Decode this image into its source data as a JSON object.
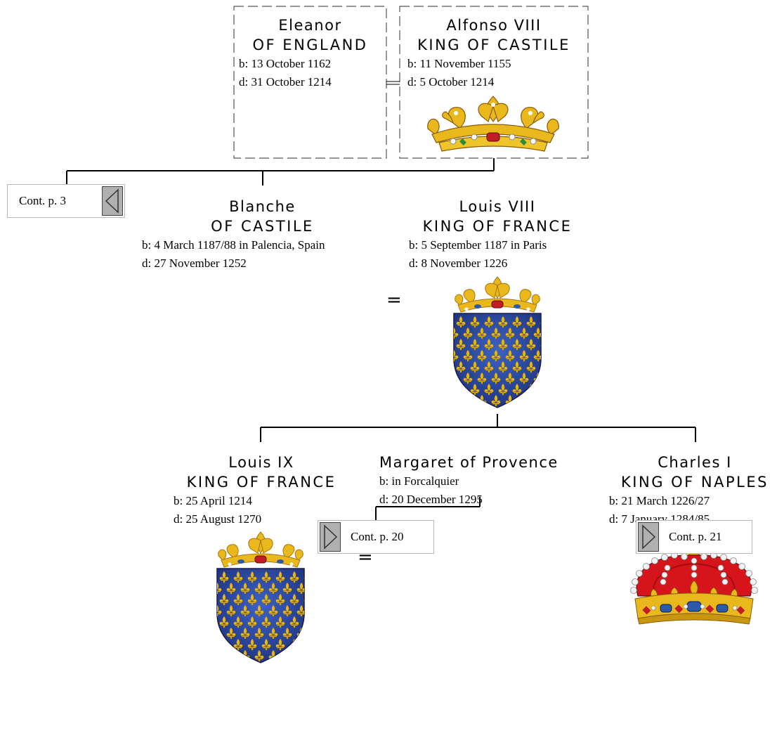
{
  "persons": {
    "eleanor": {
      "name": "Eleanor",
      "title": "OF ENGLAND",
      "born": "b: 13 October 1162",
      "died": "d: 31 October 1214"
    },
    "alfonso": {
      "name": "Alfonso VIII",
      "title": "KING OF CASTILE",
      "born": "b: 11 November 1155",
      "died": "d: 5 October 1214",
      "emblem": "royal-crown-gold"
    },
    "blanche": {
      "name": "Blanche",
      "title": "OF CASTILE",
      "born": "b: 4 March 1187/88 in Palencia, Spain",
      "died": "d: 27 November 1252"
    },
    "louis8": {
      "name": "Louis VIII",
      "title": "KING OF FRANCE",
      "born": "b: 5 September 1187 in Paris",
      "died": "d: 8 November 1226",
      "emblem": "crowned-shield-fleur-de-lis"
    },
    "louis9": {
      "name": "Louis IX",
      "title": "KING OF FRANCE",
      "born": "b: 25 April 1214",
      "died": "d: 25 August 1270",
      "emblem": "crowned-shield-fleur-de-lis"
    },
    "margaret": {
      "name": "Margaret of Provence",
      "born": "b: in Forcalquier",
      "died": "d: 20 December 1295"
    },
    "charles": {
      "name": "Charles I",
      "title": "KING OF NAPLES",
      "born": "b: 21 March 1226/27",
      "died": "d: 7 January 1284/85",
      "emblem": "royal-crown-red"
    }
  },
  "marriage_symbol": "=",
  "links": {
    "cont3": "Cont. p. 3",
    "cont20": "Cont. p. 20",
    "cont21": "Cont. p. 21"
  },
  "colors": {
    "gold": "#e8b81c",
    "gold_dark": "#a8760a",
    "azure": "#2a47a6",
    "crown_red": "#d5141c",
    "jewel_red": "#c21c24",
    "jewel_green": "#2e8b3a",
    "jewel_blue": "#2d5aa8"
  }
}
